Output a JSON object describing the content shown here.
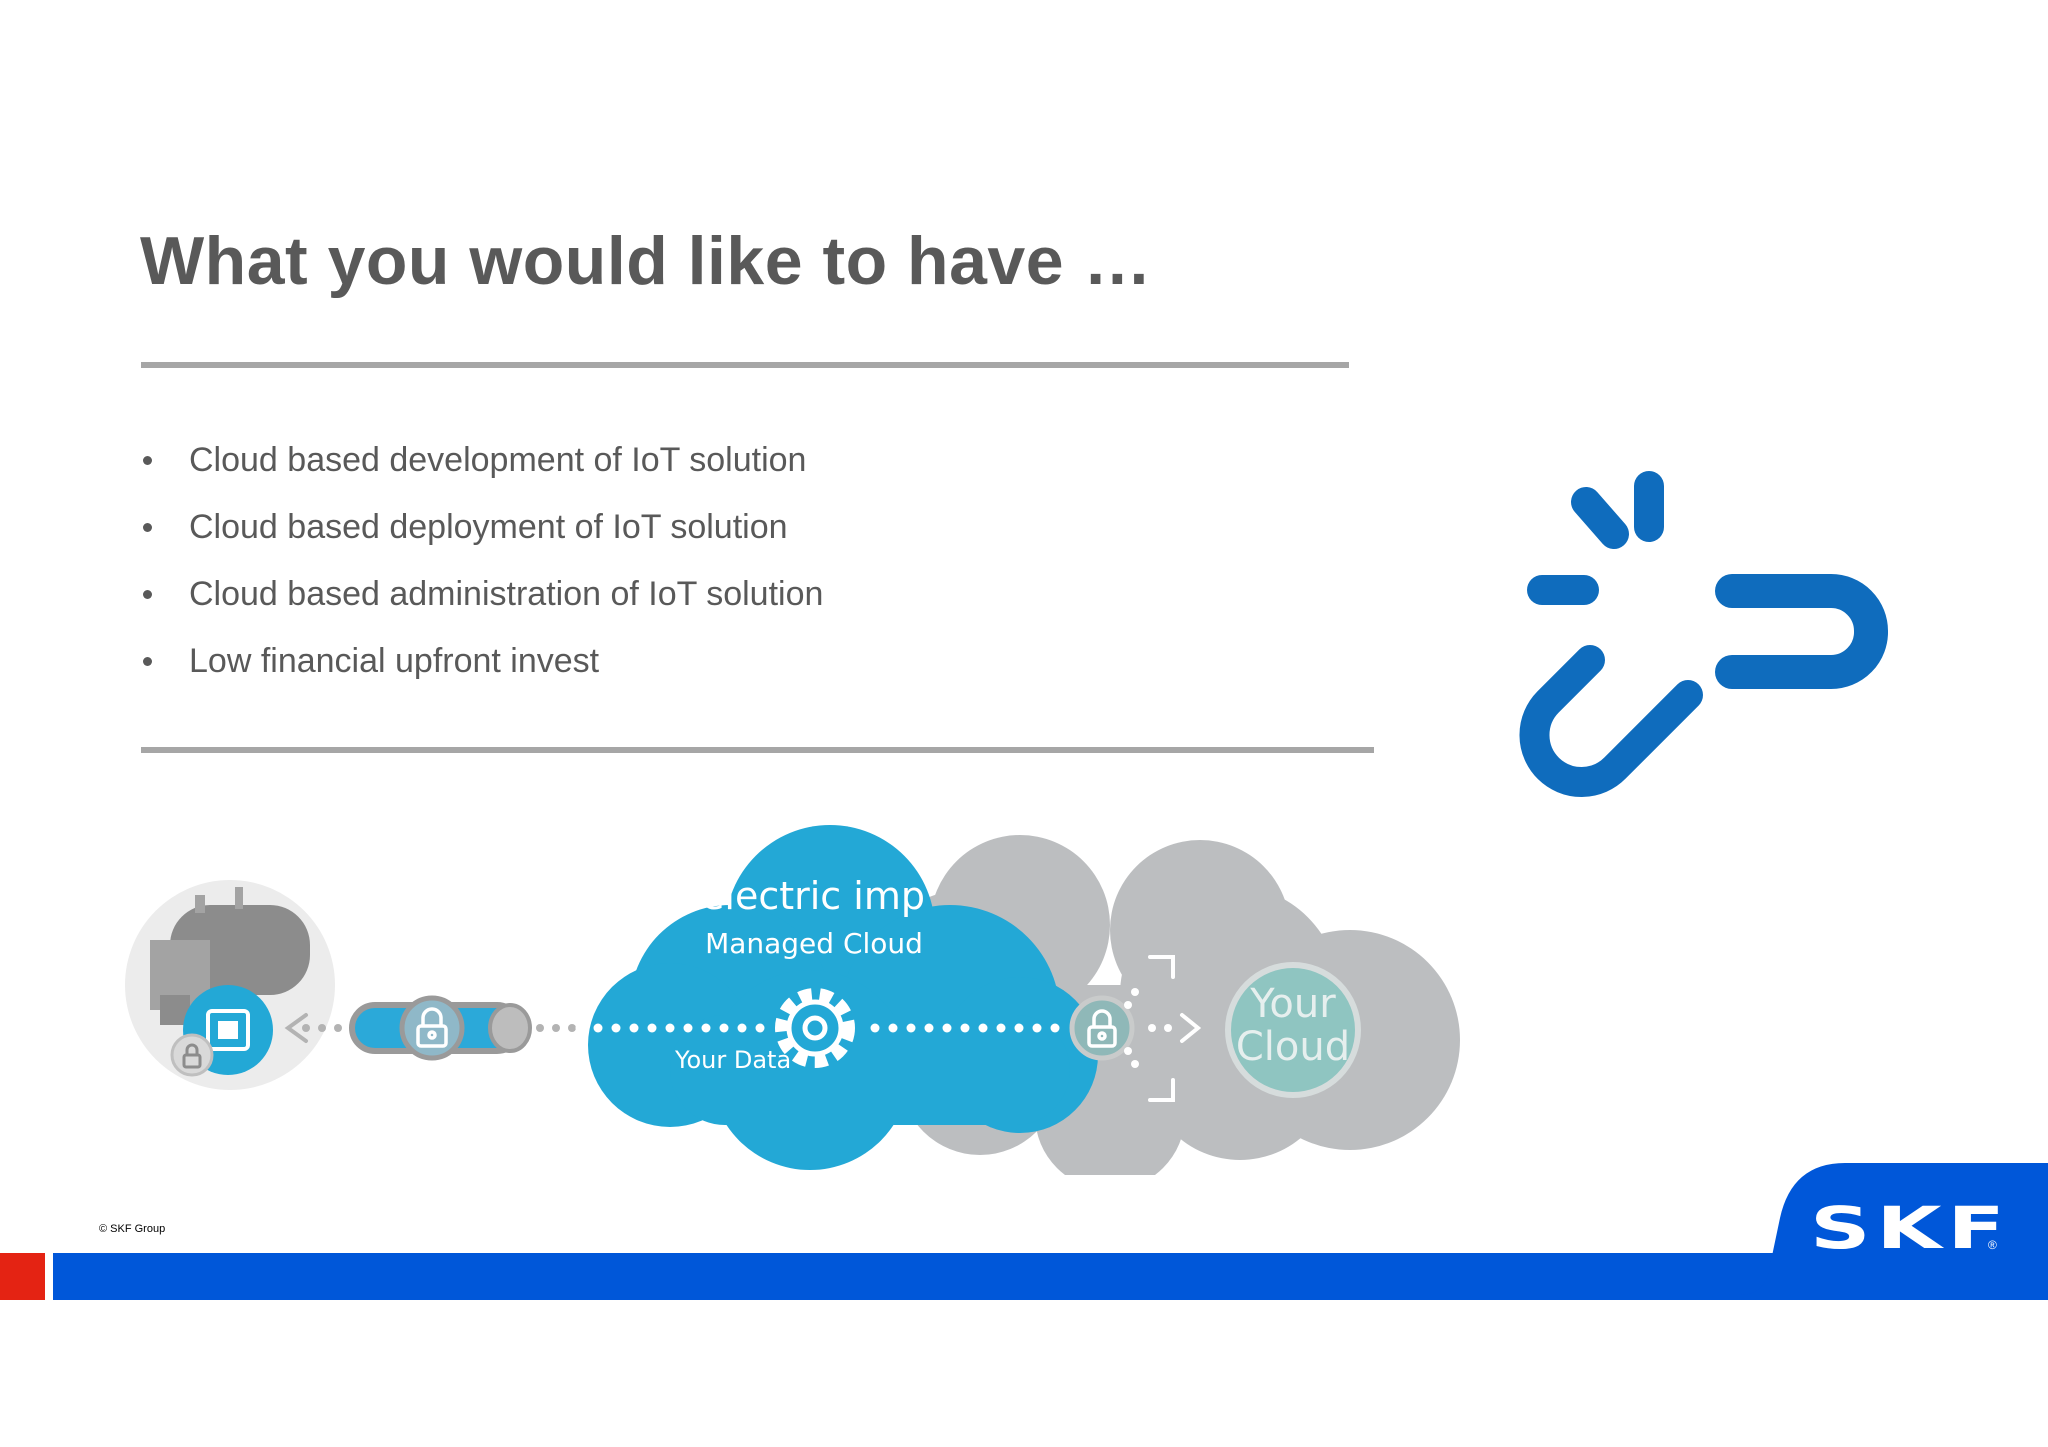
{
  "slide": {
    "title": "What you would like to have …",
    "bullets": [
      "Cloud based development of IoT solution",
      "Cloud based deployment of IoT solution",
      "Cloud based administration of IoT solution",
      "Low financial upfront invest"
    ],
    "copyright": "© SKF Group"
  },
  "diagram": {
    "brand_line1": "electric imp",
    "brand_line2": "Managed Cloud",
    "data_label": "Your Data",
    "your_cloud_line1": "Your",
    "your_cloud_line2": "Cloud"
  },
  "footer": {
    "logo_text": "SKF",
    "registered_mark": "®"
  },
  "icons": [
    "broken-link-icon",
    "industrial-boiler-icon",
    "chip-icon",
    "padlock-icon",
    "gear-icon",
    "arrow-right-icon",
    "arrow-left-icon"
  ],
  "colors": {
    "title_text": "#595959",
    "rule": "#a6a6a6",
    "link_icon_blue": "#0f6cbd",
    "managed_cloud_blue": "#23a8d6",
    "your_cloud_grey": "#bcbec0",
    "your_cloud_teal": "#8fc5c1",
    "skf_blue": "#0057d9",
    "skf_red": "#e42313"
  }
}
